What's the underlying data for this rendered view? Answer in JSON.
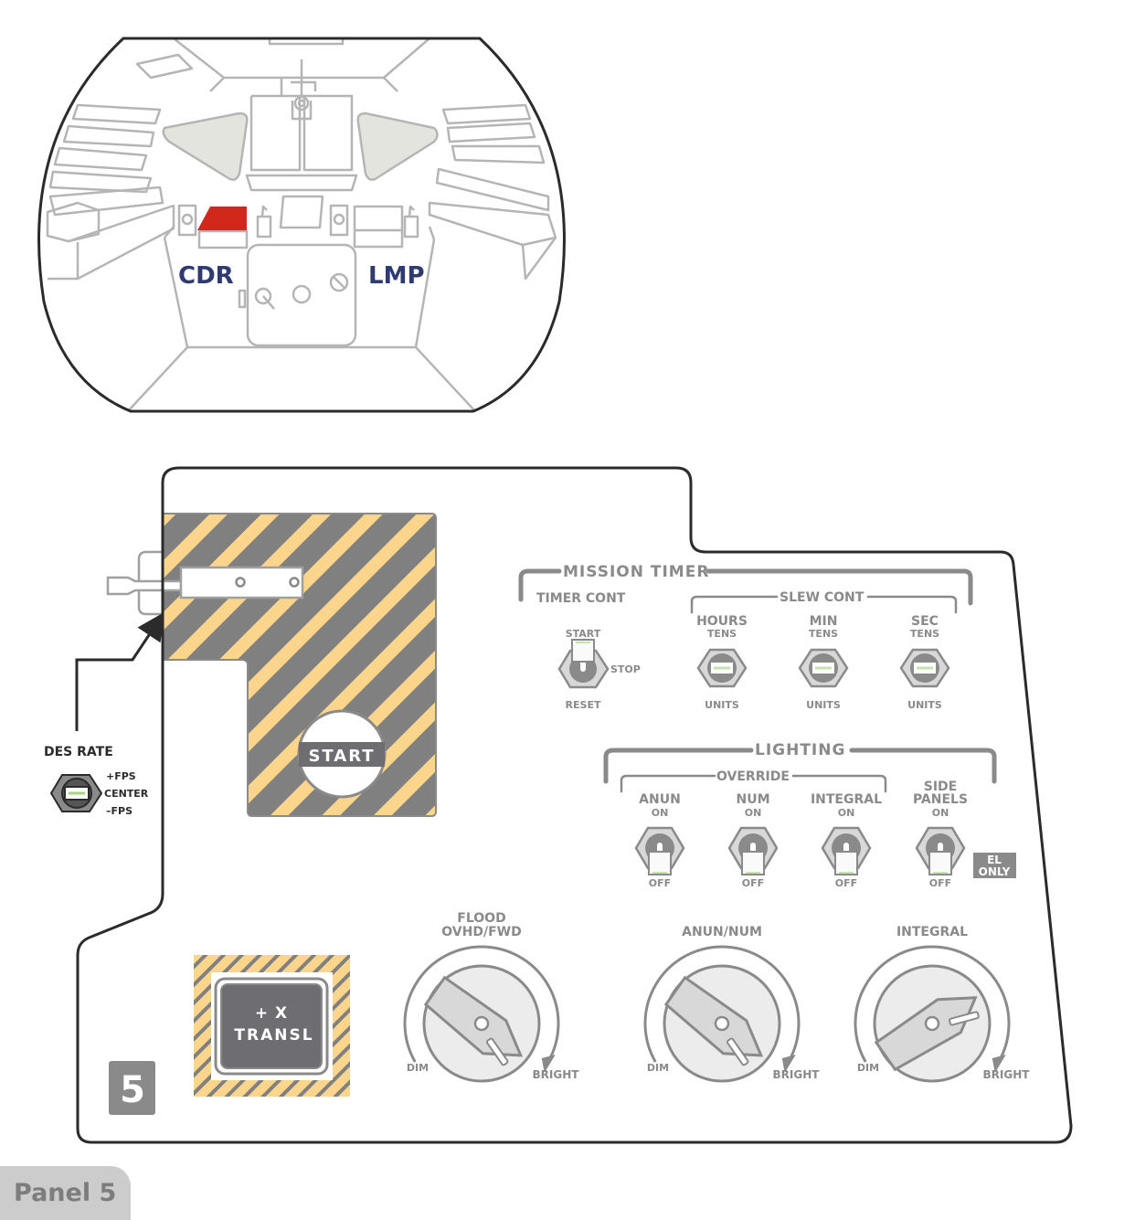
{
  "cockpit": {
    "cdr_label": "CDR",
    "lmp_label": "LMP",
    "highlight_color": "#d2281c",
    "label_color": "#2e3a72"
  },
  "panel": {
    "number": "5",
    "tab_label": "Panel 5",
    "hazard_yellow": "#fcd58c",
    "hazard_gray": "#808080"
  },
  "des_rate": {
    "title": "DES RATE",
    "positions": [
      "+FPS",
      "CENTER",
      "–FPS"
    ]
  },
  "engine_start": {
    "label": "START"
  },
  "x_transl": {
    "line1": "+ X",
    "line2": "TRANSL"
  },
  "mission_timer": {
    "title": "MISSION TIMER",
    "timer_cont": {
      "title": "TIMER CONT",
      "up": "START",
      "side": "STOP",
      "down": "RESET"
    },
    "slew_cont": {
      "title": "SLEW CONT",
      "switches": [
        {
          "name": "HOURS",
          "up": "TENS",
          "down": "UNITS"
        },
        {
          "name": "MIN",
          "up": "TENS",
          "down": "UNITS"
        },
        {
          "name": "SEC",
          "up": "TENS",
          "down": "UNITS"
        }
      ]
    }
  },
  "lighting": {
    "title": "LIGHTING",
    "override_title": "OVERRIDE",
    "switches": [
      {
        "name": "ANUN",
        "name2": "",
        "up": "ON",
        "down": "OFF",
        "position": "OFF"
      },
      {
        "name": "NUM",
        "name2": "",
        "up": "ON",
        "down": "OFF",
        "position": "OFF"
      },
      {
        "name": "INTEGRAL",
        "name2": "",
        "up": "ON",
        "down": "OFF",
        "position": "OFF"
      },
      {
        "name": "SIDE",
        "name2": "PANELS",
        "up": "ON",
        "down": "OFF",
        "position": "OFF"
      }
    ],
    "el_only": [
      "EL",
      "ONLY"
    ]
  },
  "knobs": [
    {
      "title1": "FLOOD",
      "title2": "OVHD/FWD",
      "min": "DIM",
      "max": "BRIGHT"
    },
    {
      "title1": "",
      "title2": "ANUN/NUM",
      "min": "DIM",
      "max": "BRIGHT"
    },
    {
      "title1": "",
      "title2": "INTEGRAL",
      "min": "DIM",
      "max": "BRIGHT"
    }
  ]
}
